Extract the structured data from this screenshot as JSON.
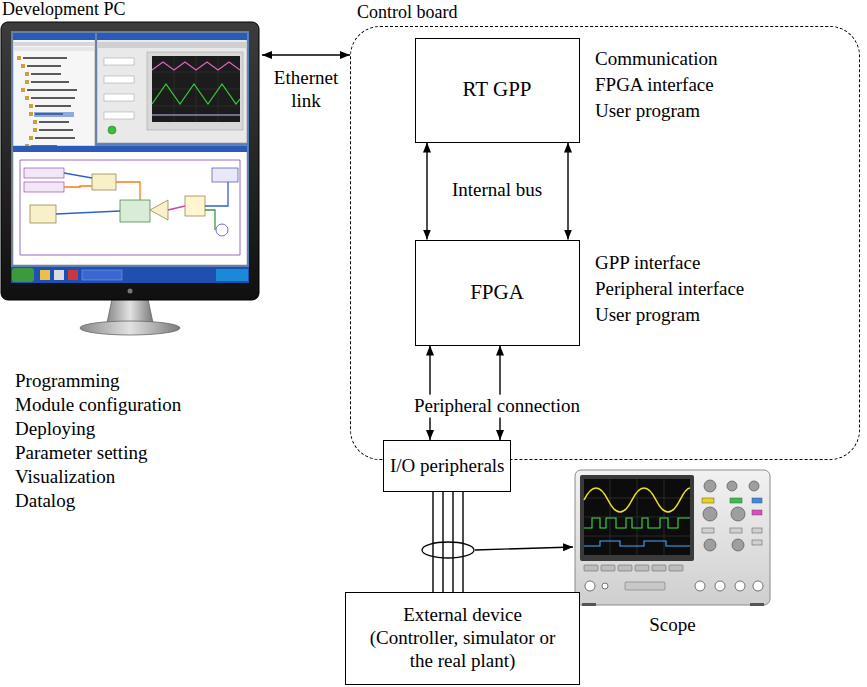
{
  "diagram": {
    "nodes": [
      {
        "text": [
          "Development PC"
        ]
      },
      {
        "text": [
          "Control board"
        ]
      },
      {
        "text": [
          "RT GPP"
        ],
        "in": 1
      },
      {
        "text": [
          "FPGA"
        ],
        "in": 1
      },
      {
        "text": [
          "I/O peripherals"
        ]
      },
      {
        "text": [
          "External device (Controller, simulator or the real plant)"
        ]
      },
      {
        "text": [
          "Scope"
        ]
      }
    ],
    "edges": [
      {
        "from": 0,
        "to": 1,
        "arrow": "both",
        "label": "Ethernet link"
      },
      {
        "from": 2,
        "to": 3,
        "arrow": "both",
        "label": "Internal bus"
      },
      {
        "from": 2,
        "to": 3,
        "arrow": "both"
      },
      {
        "from": 3,
        "to": 4,
        "arrow": "both",
        "label": "Peripheral connection"
      },
      {
        "from": 3,
        "to": 4,
        "arrow": "both"
      },
      {
        "from": 4,
        "to": 5,
        "arrow": "none"
      },
      {
        "from": 4,
        "to": 5,
        "arrow": "none"
      },
      {
        "from": 4,
        "to": 5,
        "arrow": "none"
      },
      {
        "from": 4,
        "to": 5,
        "arrow": "none"
      }
    ],
    "labels": [
      "Programming",
      "Module configuration",
      "Deploying",
      "Parameter setting",
      "Visualization",
      "Datalog",
      "Communication",
      "FPGA interface",
      "User program",
      "GPP interface",
      "Peripheral interface",
      "User program"
    ]
  }
}
